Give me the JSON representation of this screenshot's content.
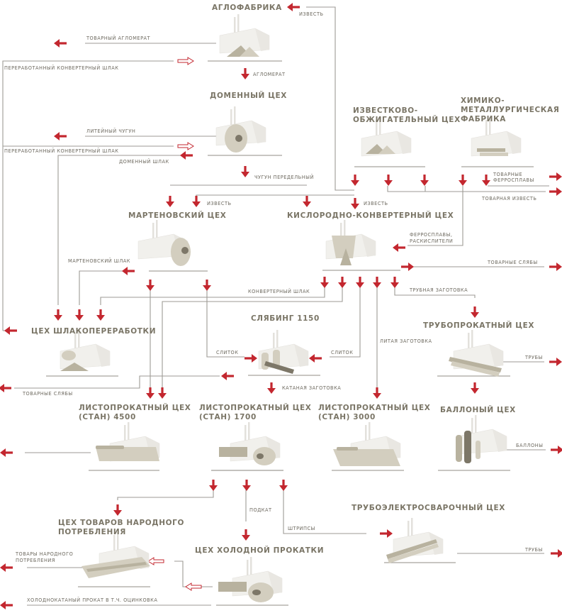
{
  "colors": {
    "arrow": "#c3272f",
    "title": "#7a7566",
    "label": "#6e6a60",
    "line": "#9d9a95"
  },
  "shops": {
    "aglofabrika": "АГЛОФАБРИКА",
    "domennyi": "ДОМЕННЫЙ ЦЕХ",
    "izvestkovo_1": "ИЗВЕСТКОВО-",
    "izvestkovo_2": "ОБЖИГАТЕЛЬНЫЙ ЦЕХ",
    "himiko_1": "ХИМИКО-",
    "himiko_2": "МЕТАЛЛУРГИЧЕСКАЯ",
    "himiko_3": "ФАБРИКА",
    "martenovskiy": "МАРТЕНОВСКИЙ ЦЕХ",
    "kislorodno": "КИСЛОРОДНО-КОНВЕРТЕРНЫЙ ЦЕХ",
    "shlako": "ЦЕХ ШЛАКОПЕРЕРАБОТКИ",
    "slabing": "СЛЯБИНГ 1150",
    "truboprokatnyi": "ТРУБОПРОКАТНЫЙ ЦЕХ",
    "list4500_1": "ЛИСТОПРОКАТНЫЙ ЦЕХ",
    "list4500_2": "(СТАН) 4500",
    "list1700_1": "ЛИСТОПРОКАТНЫЙ ЦЕХ",
    "list1700_2": "(СТАН) 1700",
    "list3000_1": "ЛИСТОПРОКАТНЫЙ ЦЕХ",
    "list3000_2": "(СТАН) 3000",
    "ballonyi": "БАЛЛОНЫЙ ЦЕХ",
    "tnp_1": "ЦЕХ ТОВАРОВ НАРОДНОГО",
    "tnp_2": "ПОТРЕБЛЕНИЯ",
    "holodnoi": "ЦЕХ ХОЛОДНОЙ ПРОКАТКИ",
    "truboelektro": "ТРУБОЭЛЕКТРОСВАРОЧНЫЙ ЦЕХ"
  },
  "flows": {
    "izvest_top": "ИЗВЕСТЬ",
    "tovarnyi_aglomerat": "ТОВАРНЫЙ АГЛОМЕРАТ",
    "pererab_shlak_1": "ПЕРЕРАБОТАННЫЙ КОНВЕРТЕРНЫЙ ШЛАК",
    "aglomerat": "АГЛОМЕРАТ",
    "liteinyi_chugun": "ЛИТЕЙНЫЙ ЧУГУН",
    "pererab_shlak_2": "ПЕРЕРАБОТАННЫЙ КОНВЕРТЕРНЫЙ ШЛАК",
    "domennyi_shlak": "ДОМЕННЫЙ ШЛАК",
    "chugun_peredelnyi": "ЧУГУН ПЕРЕДЕЛЬНЫЙ",
    "tovarnye_ferrosplavy_1": "ТОВАРНЫЕ",
    "tovarnye_ferrosplavy_2": "ФЕРРОСПЛАВЫ",
    "tovarnaya_izvest": "ТОВАРНАЯ ИЗВЕСТЬ",
    "izvest_mart": "ИЗВЕСТЬ",
    "izvest_kk": "ИЗВЕСТЬ",
    "ferrosplavy_1": "ФЕРРОСПЛАВЫ,",
    "ferrosplavy_2": "РАСКИСЛИТЕЛИ",
    "martenovskiy_shlak": "МАРТЕНОВСКИЙ ШЛАК",
    "tovarnye_slyaby_right": "ТОВАРНЫЕ СЛЯБЫ",
    "konverternyi_shlak": "КОНВЕРТЕРНЫЙ ШЛАК",
    "trubnaya_zagotovka": "ТРУБНАЯ ЗАГОТОВКА",
    "litaya_zagotovka": "ЛИТАЯ ЗАГОТОВКА",
    "slitok_left": "СЛИТОК",
    "slitok_right": "СЛИТОК",
    "truby_1": "ТРУБЫ",
    "tovarnye_slyaby_left": "ТОВАРНЫЕ СЛЯБЫ",
    "katanaya_zagotovka": "КАТАНАЯ ЗАГОТОВКА",
    "ballony": "БАЛЛОНЫ",
    "podkat": "ПОДКАТ",
    "shtripsy": "ШТРИПСЫ",
    "tnp_prod_1": "ТОВАРЫ НАРОДНОГО",
    "tnp_prod_2": "ПОТРЕБЛЕНИЯ",
    "truby_2": "ТРУБЫ",
    "holodnokatanyi": "ХОЛОДНОКАТАНЫЙ ПРОКАТ В Т.Ч. ОЦИНКОВКА"
  }
}
